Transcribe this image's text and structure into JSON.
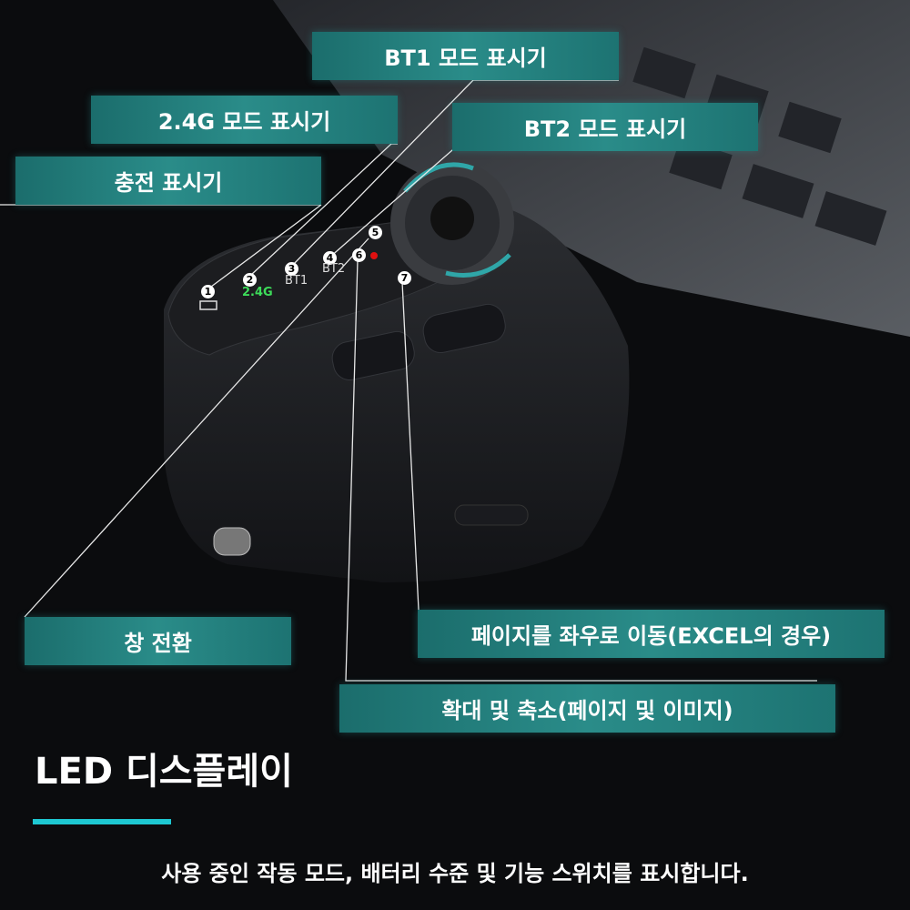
{
  "labels": {
    "bt1": "BT1 모드 표시기",
    "g24": "2.4G 모드 표시기",
    "bt2": "BT2 모드 표시기",
    "charge": "충전 표시기",
    "window_switch": "창 전환",
    "page_lr": "페이지를 좌우로 이동(EXCEL의 경우)",
    "zoom": "확대 및 축소(페이지 및 이미지)"
  },
  "led_panel": {
    "numbers": [
      "1",
      "2",
      "3",
      "4",
      "5",
      "6",
      "7"
    ],
    "g24": "2.4G",
    "bt1": "BT1",
    "bt2": "BT2"
  },
  "title": "LED 디스플레이",
  "description": "사용 중인 작동 모드, 배터리 수준 및 기능 스위치를 표시합니다.",
  "colors": {
    "accent": "#1ec8d2",
    "tag": "#2a8c89",
    "led_green": "#3ddc5a",
    "led_red": "#e01010"
  }
}
